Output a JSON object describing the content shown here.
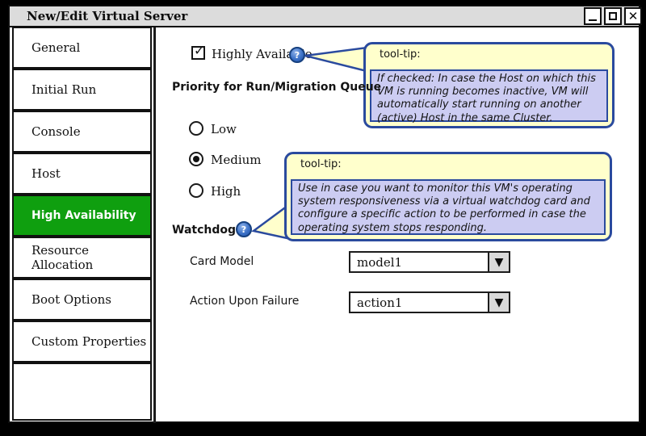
{
  "window": {
    "title": "New/Edit Virtual Server"
  },
  "sidebar": {
    "items": [
      {
        "label": "General",
        "selected": false
      },
      {
        "label": "Initial Run",
        "selected": false
      },
      {
        "label": "Console",
        "selected": false
      },
      {
        "label": "Host",
        "selected": false
      },
      {
        "label": "High Availability",
        "selected": true
      },
      {
        "label": "Resource Allocation",
        "selected": false
      },
      {
        "label": "Boot Options",
        "selected": false
      },
      {
        "label": "Custom Properties",
        "selected": false
      }
    ]
  },
  "main": {
    "highly_available": {
      "label": "Highly Available",
      "checked": true
    },
    "priority_heading": "Priority for Run/Migration Queue",
    "priority_options": [
      {
        "label": "Low",
        "selected": false
      },
      {
        "label": "Medium",
        "selected": true
      },
      {
        "label": "High",
        "selected": false
      }
    ],
    "watchdog_heading": "Watchdog",
    "card_model": {
      "label": "Card Model",
      "value": "model1"
    },
    "action_upon_failure": {
      "label": "Action Upon Failure",
      "value": "action1"
    }
  },
  "tooltips": [
    {
      "title": "tool-tip:",
      "lines": [
        "If checked: In case the Host on which this",
        "VM is running becomes inactive, VM will",
        "automatically start running on another",
        "(active) Host in the same Cluster."
      ]
    },
    {
      "title": "tool-tip:",
      "lines": [
        "Use in case you want to monitor this VM's operating",
        "system responsiveness via a virtual watchdog card and",
        "configure a specific action to be performed in case the",
        "operating system stops responding."
      ]
    }
  ],
  "icons": {
    "help": "?",
    "check": "✓",
    "close": "✕",
    "dropdown_arrow": "▼"
  },
  "colors": {
    "selected_green": "#0f9f0f",
    "tooltip_yellow": "#ffffcc",
    "tooltip_lavender": "#ccccf2",
    "tooltip_border": "#2a4a9e",
    "help_blue": "#3d72c8",
    "titlebar_gray": "#dcdcdc"
  }
}
